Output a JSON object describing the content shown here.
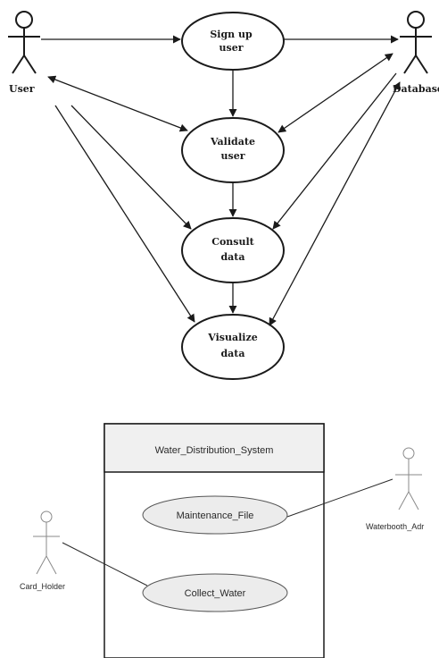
{
  "top_diagram": {
    "actors": {
      "user": "User",
      "database": "Database"
    },
    "use_cases": {
      "sign_up": [
        "Sign up",
        "user"
      ],
      "validate": [
        "Validate",
        "user"
      ],
      "consult": [
        "Consult",
        "data"
      ],
      "visualize": [
        "Visualize",
        "data"
      ]
    }
  },
  "bottom_diagram": {
    "system_title": "Water_Distribution_System",
    "use_cases": {
      "maintenance": "Maintenance_File",
      "collect": "Collect_Water"
    },
    "actors": {
      "card_holder": "Card_Holder",
      "admin": "Waterbooth_Adr"
    }
  },
  "colors": {
    "stroke": "#1a1a1a",
    "ellipse_fill_bottom": "#ececec",
    "system_header_fill": "#f0f0f0",
    "actor_stroke_light": "#8a8a8a"
  }
}
